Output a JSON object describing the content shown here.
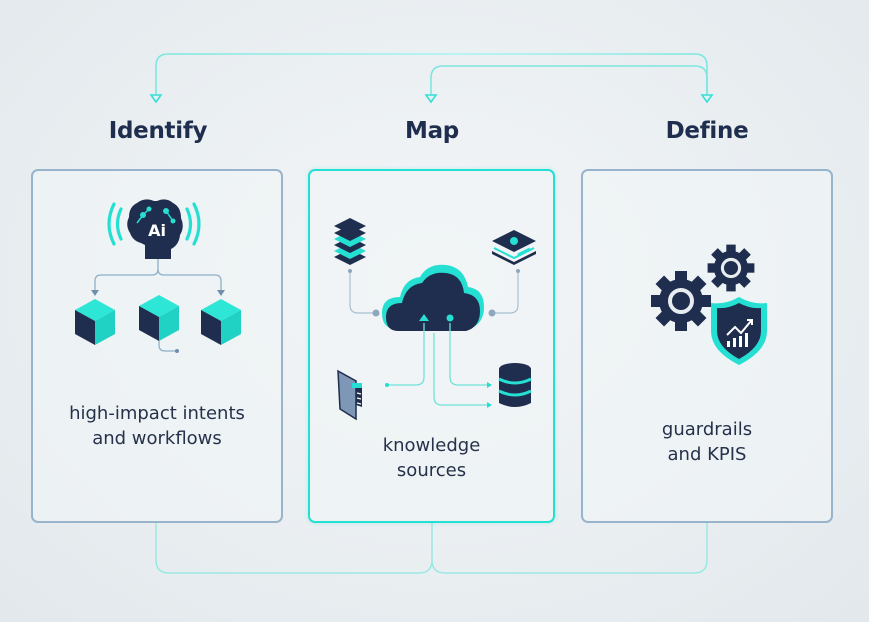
{
  "colors": {
    "navy": "#1f2d4e",
    "teal": "#25dfd2",
    "connector": "#7ee6e0",
    "card_border": "#98b4cc"
  },
  "steps": [
    {
      "title": "Identify",
      "caption": [
        "high-impact intents",
        "and workflows"
      ],
      "icons": [
        "ai-brain-icon",
        "cube-icon",
        "cube-icon",
        "cube-icon"
      ],
      "brain_label": "Ai",
      "highlighted": false
    },
    {
      "title": "Map",
      "caption": [
        "knowledge",
        "sources"
      ],
      "icons": [
        "layers-stack-icon",
        "book-icon",
        "cloud-icon",
        "document-icon",
        "database-icon"
      ],
      "highlighted": true
    },
    {
      "title": "Define",
      "caption": [
        "guardrails",
        "and KPIS"
      ],
      "icons": [
        "gear-large-icon",
        "gear-small-icon",
        "shield-chart-icon"
      ],
      "highlighted": false
    }
  ],
  "connectors": {
    "top": [
      "Define → Identify",
      "Define → Map"
    ],
    "bottom": [
      "Identify — Map — Define"
    ]
  }
}
